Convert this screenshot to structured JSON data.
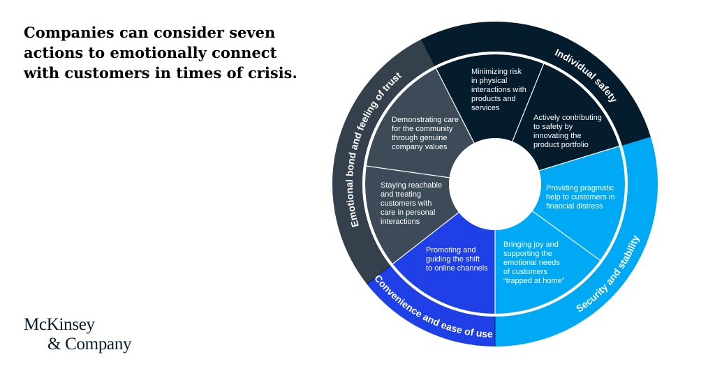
{
  "headline": {
    "line1": "Companies can consider seven",
    "line2": "actions to emotionally connect",
    "line3": "with customers in times of crisis."
  },
  "logo": {
    "line1": "McKinsey",
    "line2": "& Company"
  },
  "colors": {
    "navy": "#051c2c",
    "slate": "#34404c",
    "slate_light": "#3d4a57",
    "blue": "#1f40e6",
    "cyan": "#00a9f4",
    "separator": "#ffffff"
  },
  "wheel": {
    "categories": [
      {
        "id": "individual-safety",
        "label": "Individual safety",
        "color": "#051c2c",
        "text_color": "#ffffff",
        "span_deg": [
          -27,
          73
        ]
      },
      {
        "id": "security-stability",
        "label": "Security and stability",
        "color": "#00a9f4",
        "text_color": "#051c2c",
        "span_deg": [
          73,
          180
        ]
      },
      {
        "id": "convenience",
        "label": "Convenience and ease of use",
        "color": "#1f40e6",
        "text_color": "#ffffff",
        "span_deg": [
          180,
          232
        ]
      },
      {
        "id": "emotional-bond",
        "label": "Emotional bond and feeling of trust",
        "color": "#34404c",
        "text_color": "#ffffff",
        "span_deg": [
          232,
          333
        ]
      }
    ],
    "actions": [
      {
        "id": "minimizing-risk",
        "category": "individual-safety",
        "color": "#051c2c",
        "text_color": "#ffffff",
        "lines": [
          "Minimizing risk",
          "in physical",
          "interactions with",
          "products and",
          "services"
        ]
      },
      {
        "id": "contributing-safety",
        "category": "individual-safety",
        "color": "#051c2c",
        "text_color": "#ffffff",
        "lines": [
          "Actively contributing",
          "to safety by",
          "innovating the",
          "product portfolio"
        ]
      },
      {
        "id": "pragmatic-help",
        "category": "security-stability",
        "color": "#00a9f4",
        "text_color": "#051c2c",
        "lines": [
          "Providing pragmatic",
          "help to customers in",
          "financial distress"
        ]
      },
      {
        "id": "bringing-joy",
        "category": "security-stability",
        "color": "#00a9f4",
        "text_color": "#051c2c",
        "lines": [
          "Bringing joy and",
          "supporting the",
          "emotional needs",
          "of customers",
          "“trapped at home”"
        ]
      },
      {
        "id": "online-channels",
        "category": "convenience",
        "color": "#1f40e6",
        "text_color": "#ffffff",
        "lines": [
          "Promoting and",
          "guiding the shift",
          "to online channels"
        ]
      },
      {
        "id": "staying-reachable",
        "category": "emotional-bond",
        "color": "#3d4a57",
        "text_color": "#ffffff",
        "lines": [
          "Staying reachable",
          "and treating",
          "customers with",
          "care in personal",
          "interactions"
        ]
      },
      {
        "id": "demonstrating-care",
        "category": "emotional-bond",
        "color": "#3d4a57",
        "text_color": "#ffffff",
        "lines": [
          "Demonstrating care",
          "for the community",
          "through genuine",
          "company values"
        ]
      }
    ]
  }
}
